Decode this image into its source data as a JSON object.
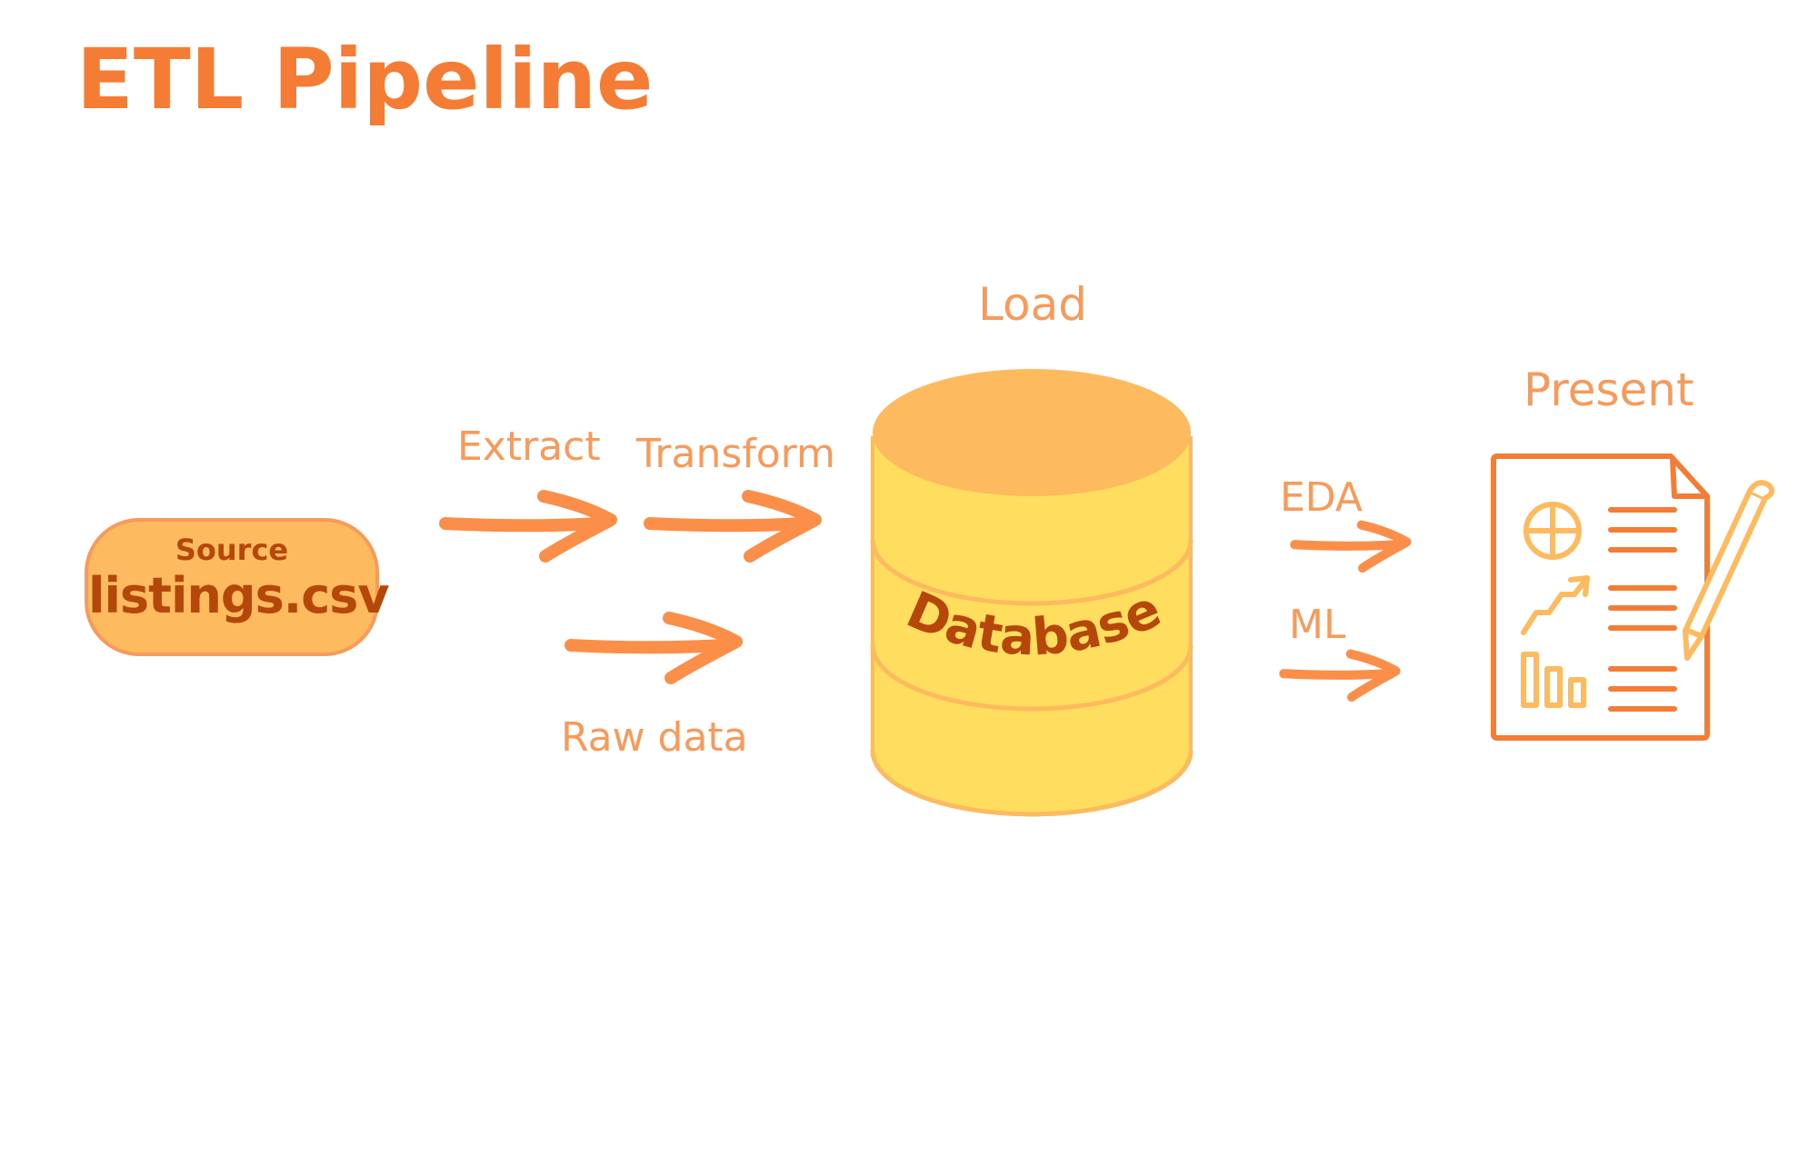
{
  "title": "ETL Pipeline",
  "source": {
    "heading": "Source",
    "file": "listings.csv"
  },
  "steps": {
    "extract": "Extract",
    "transform": "Transform",
    "raw_data": "Raw data",
    "load": "Load",
    "eda": "EDA",
    "ml": "ML",
    "present": "Present"
  },
  "database": {
    "label": "Database"
  },
  "icons": {
    "arrow": "hand-drawn-arrow-icon",
    "database": "database-cylinder-icon",
    "report": "report-document-icon",
    "pencil": "pencil-icon"
  },
  "colors": {
    "title": "#f47c35",
    "labels": "#f89a5a",
    "arrows": "#fb8f4a",
    "source_fill": "#fdba5e",
    "source_text": "#b5470a",
    "db_top": "#fdba5e",
    "db_body": "#fedd5f",
    "db_text": "#b5470a",
    "report_outline": "#f47c35",
    "report_accent": "#fdba5e"
  }
}
